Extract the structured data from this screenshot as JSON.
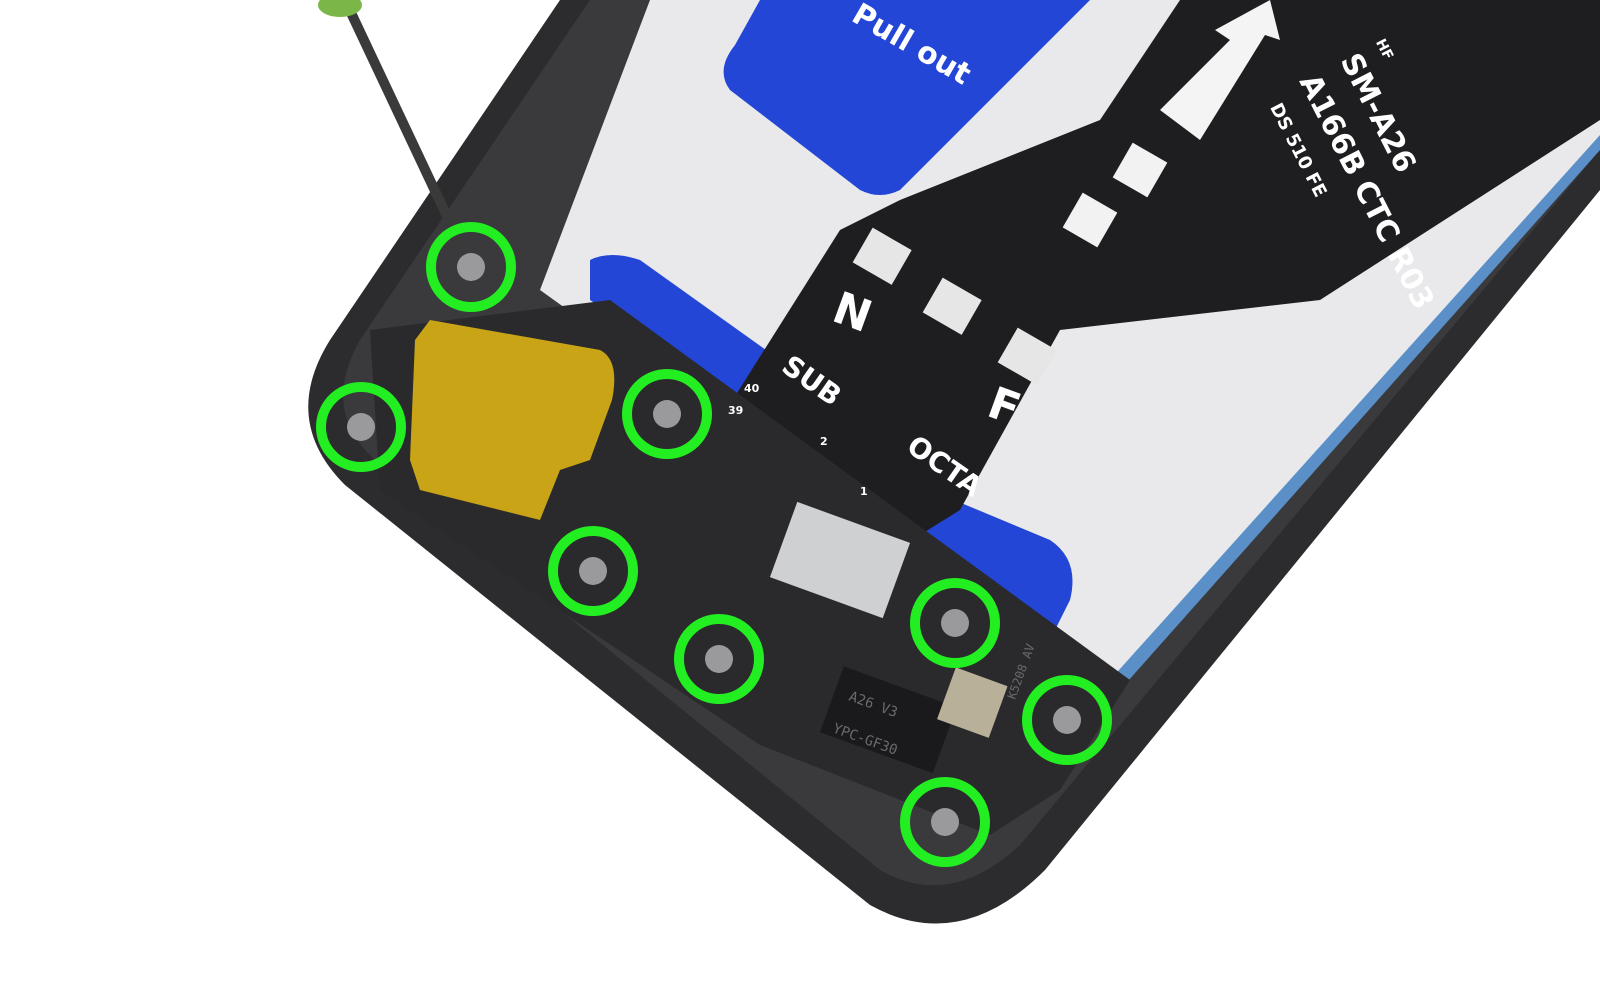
{
  "photo": {
    "flex_cable_labels": {
      "model": "SM-A26",
      "model_line2": "A166B CTC R03",
      "small_1": "HF",
      "small_2": "DS 510 FE",
      "connector_n": "N",
      "connector_f": "F",
      "sub": "SUB",
      "octa": "OCTA",
      "pin_40": "40",
      "pin_39": "39",
      "pin_2": "2",
      "pin_1": "1"
    },
    "battery_tab": "Pull out",
    "speaker_label_line1": "A26 V3",
    "speaker_label_line2": "YPC-GF30",
    "speaker_code": "K5208 AV",
    "marker_color": "#22ee22",
    "screw_markers": 8
  }
}
